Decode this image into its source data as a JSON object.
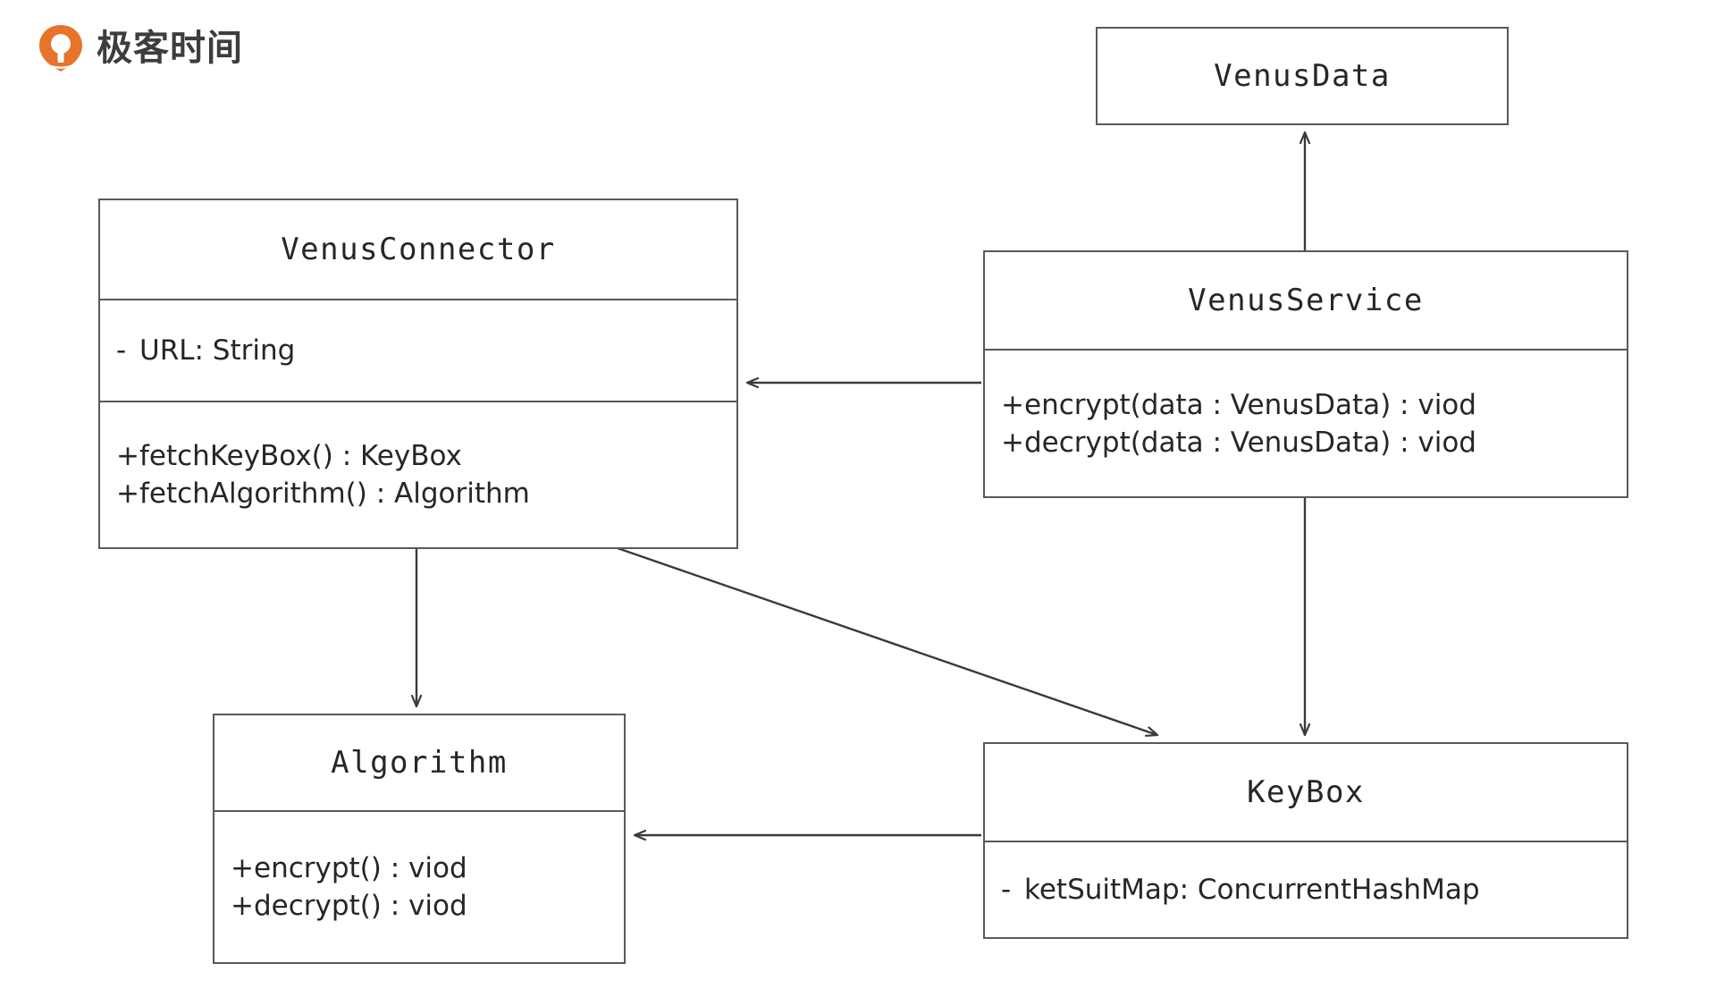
{
  "brand": {
    "name": "极客时间",
    "logo_icon": "geektime-logo-icon",
    "accent_color": "#E8732B"
  },
  "diagram": {
    "type": "uml-class-diagram",
    "background_color": "#FFFFFF",
    "stroke_color": "#595959",
    "text_color": "#262626",
    "classes": [
      {
        "id": "venusdata",
        "name": "VenusData",
        "attributes": [],
        "methods": []
      },
      {
        "id": "venusconnector",
        "name": "VenusConnector",
        "attributes": [
          {
            "visibility": "-",
            "text": "URL: String"
          }
        ],
        "methods": [
          {
            "visibility": "+",
            "text": "fetchKeyBox() : KeyBox"
          },
          {
            "visibility": "+",
            "text": "fetchAlgorithm() : Algorithm"
          }
        ]
      },
      {
        "id": "venusservice",
        "name": "VenusService",
        "attributes": [],
        "methods": [
          {
            "visibility": "+",
            "text": "encrypt(data : VenusData) : viod"
          },
          {
            "visibility": "+",
            "text": "decrypt(data : VenusData) : viod"
          }
        ]
      },
      {
        "id": "algorithm",
        "name": "Algorithm",
        "attributes": [],
        "methods": [
          {
            "visibility": "+",
            "text": "encrypt() : viod"
          },
          {
            "visibility": "+",
            "text": "decrypt() : viod"
          }
        ]
      },
      {
        "id": "keybox",
        "name": "KeyBox",
        "attributes": [
          {
            "visibility": "-",
            "text": "ketSuitMap: ConcurrentHashMap"
          }
        ],
        "methods": []
      }
    ],
    "relations": [
      {
        "id": "rel-service-data",
        "from": "VenusService",
        "to": "VenusData",
        "style": "open-arrow"
      },
      {
        "id": "rel-service-connector",
        "from": "VenusService",
        "to": "VenusConnector",
        "style": "open-arrow"
      },
      {
        "id": "rel-service-keybox",
        "from": "VenusService",
        "to": "KeyBox",
        "style": "open-arrow"
      },
      {
        "id": "rel-connector-algorithm",
        "from": "VenusConnector",
        "to": "Algorithm",
        "style": "open-arrow"
      },
      {
        "id": "rel-connector-keybox",
        "from": "VenusConnector",
        "to": "KeyBox",
        "style": "open-arrow"
      },
      {
        "id": "rel-keybox-algorithm",
        "from": "KeyBox",
        "to": "Algorithm",
        "style": "open-arrow"
      }
    ]
  }
}
